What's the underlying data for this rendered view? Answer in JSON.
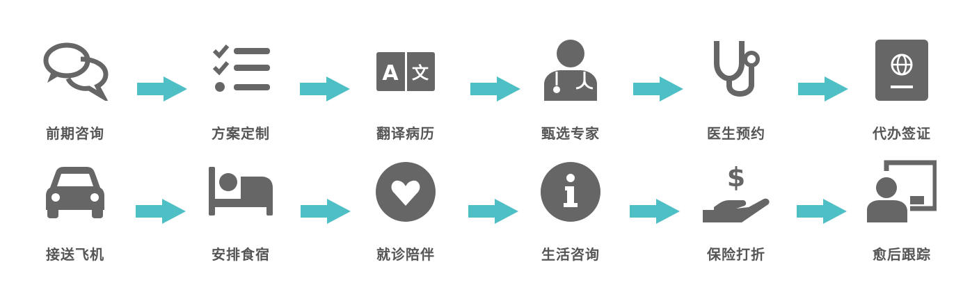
{
  "colors": {
    "icon": "#666666",
    "arrow": "#4fbfc6",
    "label": "#555555"
  },
  "row1": [
    {
      "label": "前期咨询",
      "icon": "chat-bubbles-icon"
    },
    {
      "label": "方案定制",
      "icon": "checklist-icon"
    },
    {
      "label": "翻译病历",
      "icon": "translate-icon"
    },
    {
      "label": "甄选专家",
      "icon": "doctor-icon"
    },
    {
      "label": "医生预约",
      "icon": "stethoscope-icon"
    },
    {
      "label": "代办签证",
      "icon": "passport-icon"
    }
  ],
  "row2": [
    {
      "label": "接送飞机",
      "icon": "car-icon"
    },
    {
      "label": "安排食宿",
      "icon": "bed-icon"
    },
    {
      "label": "就诊陪伴",
      "icon": "heart-icon"
    },
    {
      "label": "生活咨询",
      "icon": "info-icon"
    },
    {
      "label": "保险打折",
      "icon": "money-hand-icon"
    },
    {
      "label": "愈后跟踪",
      "icon": "presenter-icon"
    }
  ]
}
